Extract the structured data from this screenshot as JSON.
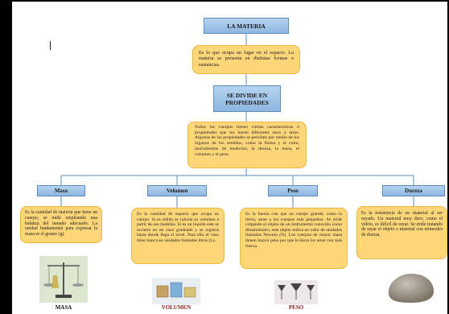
{
  "title": "LA MATERIA",
  "definition": "Es lo que ocupa un lugar en el espacio. La materia se presenta en distintas formas o sustancias.",
  "divides": "SE DIVIDE EN PROPIEDADES",
  "properties_text": "Todos los cuerpos tienen ciertas características o propiedades que los hacen diferentes unos a otros. Algunas de las propiedades se perciben por medio de los órganos de los sentidos, como la forma y el color, instrumentos de medición, la dureza, la masa, el volumen y el peso.",
  "branches": [
    {
      "label": "Masa",
      "text": "Es la cantidad de materia que tiene un cuerpo, se mide empleando una balanza del tamaño adecuado. La unidad fundamental para expresar la masa es el gramo (g).",
      "image_caption": "MASA"
    },
    {
      "label": "Volumen",
      "text": "Es la cantidad de espacio que ocupa un cuerpo. Si es sólido se calcula su volumen a partir de sus medidas. Si es un líquido este se invierte en un vaso graduado y se registra hasta donde llega el nivel. Para ello el vaso tiene marca en unidades llamadas litros (L).",
      "image_caption": "VOLUMEN"
    },
    {
      "label": "Peso",
      "text": "Es la fuerza con que un cuerpo grande, como la tierra, atrae a los cuerpos más pequeños. Se mide colgando el objeto de un instrumento conocido como dinamómetro, este objeto indica un valor de unidades llamadas Newton (N). Los cuerpos de mayor masa tienen mayor peso por que la tierra los atrae con más fuerza.",
      "image_caption": "PESO"
    },
    {
      "label": "Dureza",
      "text": "Es la resistencia de un material al ser rayado. Un material muy duro, como el vidrio, es difícil de rayar. Se mide tratando de rayar el objeto o material con minerales de dureza.",
      "image_caption": ""
    }
  ],
  "colors": {
    "blue_box": "#9cc2e8",
    "yellow_box": "#fed67a",
    "connector": "#5b8cc2"
  }
}
